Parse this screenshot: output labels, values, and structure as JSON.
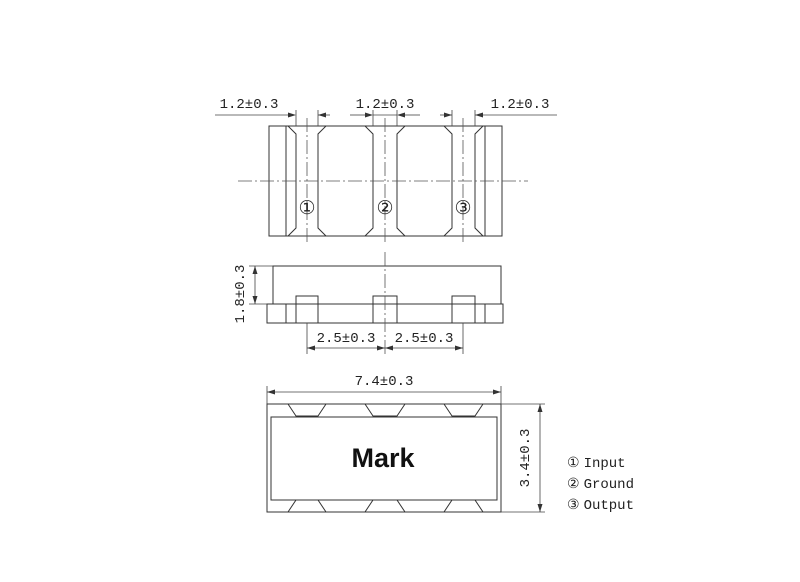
{
  "top_view": {
    "dim_pitch_1": "1.2±0.3",
    "dim_pitch_2": "1.2±0.3",
    "dim_pitch_3": "1.2±0.3",
    "pin_1": "①",
    "pin_2": "②",
    "pin_3": "③"
  },
  "side_view": {
    "dim_height": "1.8±0.3",
    "dim_spacing_1": "2.5±0.3",
    "dim_spacing_2": "2.5±0.3"
  },
  "bottom_view": {
    "dim_length": "7.4±0.3",
    "dim_width": "3.4±0.3",
    "mark_label": "Mark"
  },
  "legend": [
    {
      "symbol": "①",
      "label": "Input"
    },
    {
      "symbol": "②",
      "label": "Ground"
    },
    {
      "symbol": "③",
      "label": "Output"
    }
  ]
}
